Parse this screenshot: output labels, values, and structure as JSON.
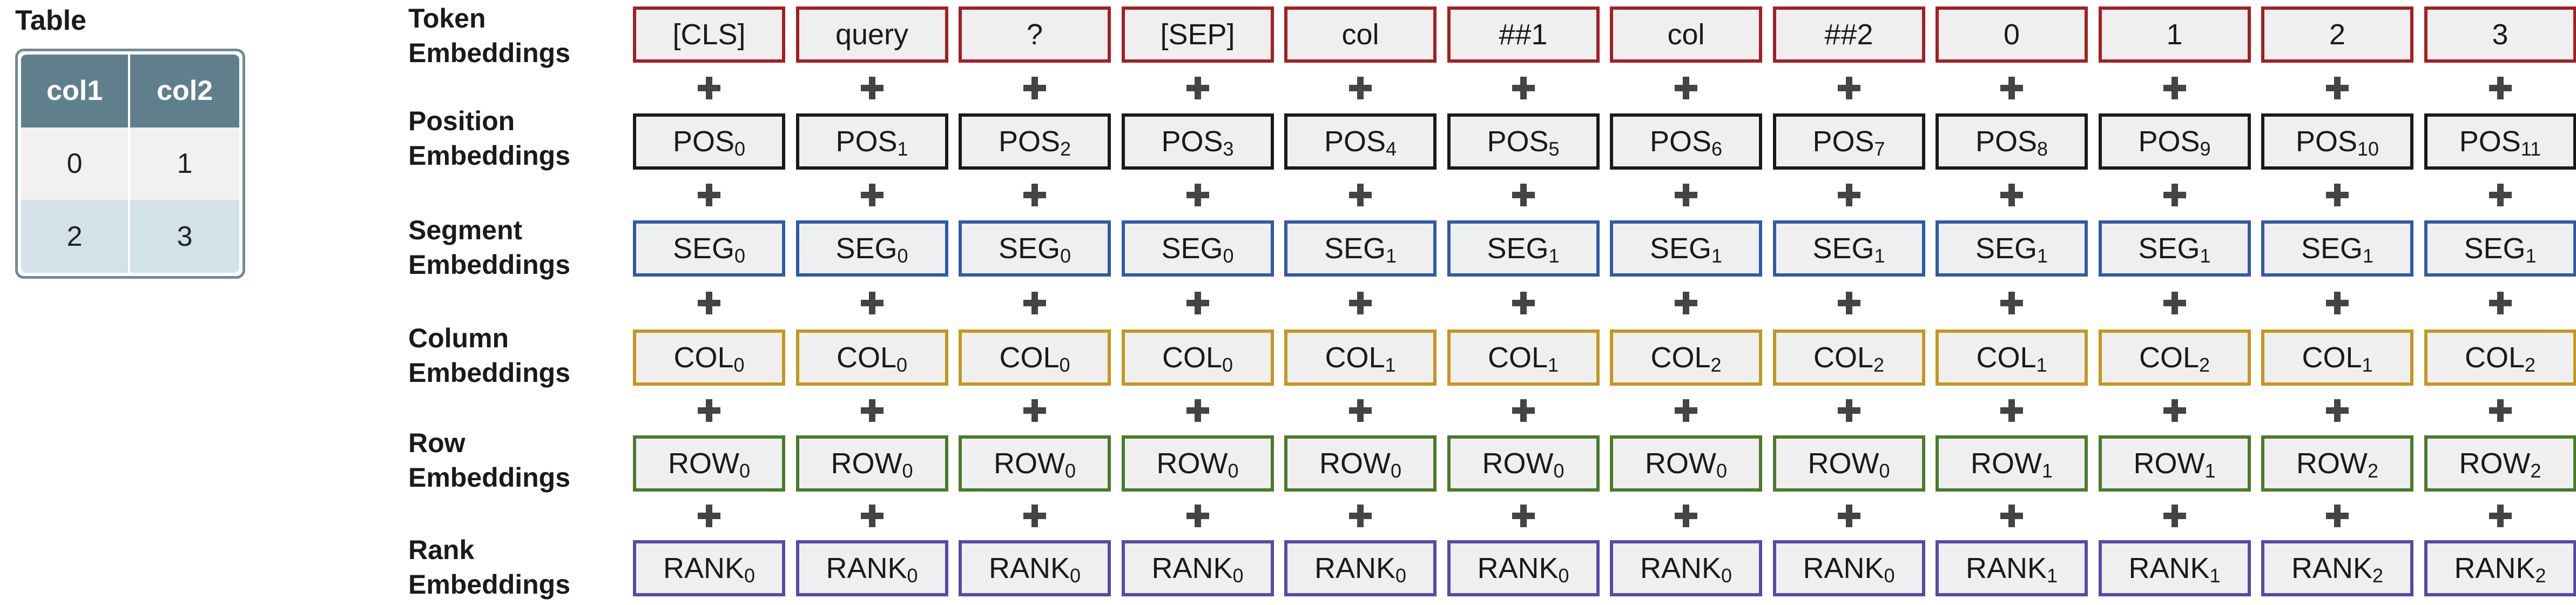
{
  "table_panel": {
    "title": "Table",
    "headers": [
      "col1",
      "col2"
    ],
    "rows": [
      [
        "0",
        "1"
      ],
      [
        "2",
        "3"
      ]
    ]
  },
  "colors": {
    "token": "#a31f24",
    "position": "#1a1a1a",
    "segment": "#2f5aa8",
    "column": "#c4971f",
    "row": "#4a7a2c",
    "rank": "#5a48a8",
    "table_header": "#5f7f8c",
    "table_row_alt": "#d2e2e6"
  },
  "plus_icon": "plus-icon",
  "embeddings": [
    {
      "id": "token",
      "label": [
        "Token",
        "Embeddings"
      ],
      "color_key": "token",
      "cells": [
        {
          "base": "[CLS]"
        },
        {
          "base": "query"
        },
        {
          "base": "?"
        },
        {
          "base": "[SEP]"
        },
        {
          "base": "col"
        },
        {
          "base": "##1"
        },
        {
          "base": "col"
        },
        {
          "base": "##2"
        },
        {
          "base": "0"
        },
        {
          "base": "1"
        },
        {
          "base": "2"
        },
        {
          "base": "3"
        }
      ]
    },
    {
      "id": "position",
      "label": [
        "Position",
        "Embeddings"
      ],
      "color_key": "position",
      "cells": [
        {
          "base": "POS",
          "sub": "0"
        },
        {
          "base": "POS",
          "sub": "1"
        },
        {
          "base": "POS",
          "sub": "2"
        },
        {
          "base": "POS",
          "sub": "3"
        },
        {
          "base": "POS",
          "sub": "4"
        },
        {
          "base": "POS",
          "sub": "5"
        },
        {
          "base": "POS",
          "sub": "6"
        },
        {
          "base": "POS",
          "sub": "7"
        },
        {
          "base": "POS",
          "sub": "8"
        },
        {
          "base": "POS",
          "sub": "9"
        },
        {
          "base": "POS",
          "sub": "10"
        },
        {
          "base": "POS",
          "sub": "11"
        }
      ]
    },
    {
      "id": "segment",
      "label": [
        "Segment",
        "Embeddings"
      ],
      "color_key": "segment",
      "cells": [
        {
          "base": "SEG",
          "sub": "0"
        },
        {
          "base": "SEG",
          "sub": "0"
        },
        {
          "base": "SEG",
          "sub": "0"
        },
        {
          "base": "SEG",
          "sub": "0"
        },
        {
          "base": "SEG",
          "sub": "1"
        },
        {
          "base": "SEG",
          "sub": "1"
        },
        {
          "base": "SEG",
          "sub": "1"
        },
        {
          "base": "SEG",
          "sub": "1"
        },
        {
          "base": "SEG",
          "sub": "1"
        },
        {
          "base": "SEG",
          "sub": "1"
        },
        {
          "base": "SEG",
          "sub": "1"
        },
        {
          "base": "SEG",
          "sub": "1"
        }
      ]
    },
    {
      "id": "column",
      "label": [
        "Column",
        "Embeddings"
      ],
      "color_key": "column",
      "cells": [
        {
          "base": "COL",
          "sub": "0"
        },
        {
          "base": "COL",
          "sub": "0"
        },
        {
          "base": "COL",
          "sub": "0"
        },
        {
          "base": "COL",
          "sub": "0"
        },
        {
          "base": "COL",
          "sub": "1"
        },
        {
          "base": "COL",
          "sub": "1"
        },
        {
          "base": "COL",
          "sub": "2"
        },
        {
          "base": "COL",
          "sub": "2"
        },
        {
          "base": "COL",
          "sub": "1"
        },
        {
          "base": "COL",
          "sub": "2"
        },
        {
          "base": "COL",
          "sub": "1"
        },
        {
          "base": "COL",
          "sub": "2"
        }
      ]
    },
    {
      "id": "row",
      "label": [
        "Row",
        "Embeddings"
      ],
      "color_key": "row",
      "cells": [
        {
          "base": "ROW",
          "sub": "0"
        },
        {
          "base": "ROW",
          "sub": "0"
        },
        {
          "base": "ROW",
          "sub": "0"
        },
        {
          "base": "ROW",
          "sub": "0"
        },
        {
          "base": "ROW",
          "sub": "0"
        },
        {
          "base": "ROW",
          "sub": "0"
        },
        {
          "base": "ROW",
          "sub": "0"
        },
        {
          "base": "ROW",
          "sub": "0"
        },
        {
          "base": "ROW",
          "sub": "1"
        },
        {
          "base": "ROW",
          "sub": "1"
        },
        {
          "base": "ROW",
          "sub": "2"
        },
        {
          "base": "ROW",
          "sub": "2"
        }
      ]
    },
    {
      "id": "rank",
      "label": [
        "Rank",
        "Embeddings"
      ],
      "color_key": "rank",
      "cells": [
        {
          "base": "RANK",
          "sub": "0"
        },
        {
          "base": "RANK",
          "sub": "0"
        },
        {
          "base": "RANK",
          "sub": "0"
        },
        {
          "base": "RANK",
          "sub": "0"
        },
        {
          "base": "RANK",
          "sub": "0"
        },
        {
          "base": "RANK",
          "sub": "0"
        },
        {
          "base": "RANK",
          "sub": "0"
        },
        {
          "base": "RANK",
          "sub": "0"
        },
        {
          "base": "RANK",
          "sub": "1"
        },
        {
          "base": "RANK",
          "sub": "1"
        },
        {
          "base": "RANK",
          "sub": "2"
        },
        {
          "base": "RANK",
          "sub": "2"
        }
      ]
    }
  ]
}
